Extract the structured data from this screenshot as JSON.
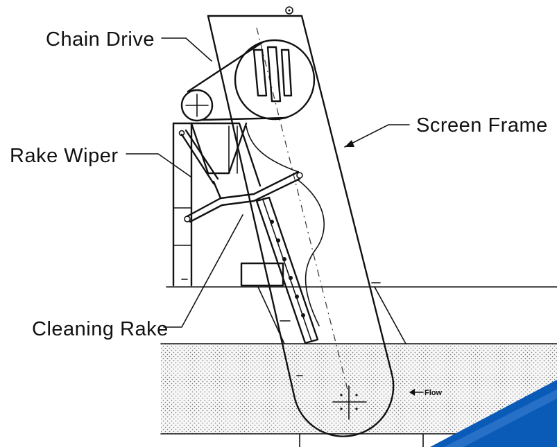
{
  "labels": {
    "chain_drive": "Chain Drive",
    "rake_wiper": "Rake Wiper",
    "screen_frame": "Screen Frame",
    "cleaning_rake": "Cleaning Rake",
    "flow": "Flow"
  },
  "colors": {
    "line": "#111111",
    "water_fill": "#f7f7f7",
    "water_dots": "#777777",
    "corner_accent": "#0a5bb8"
  }
}
